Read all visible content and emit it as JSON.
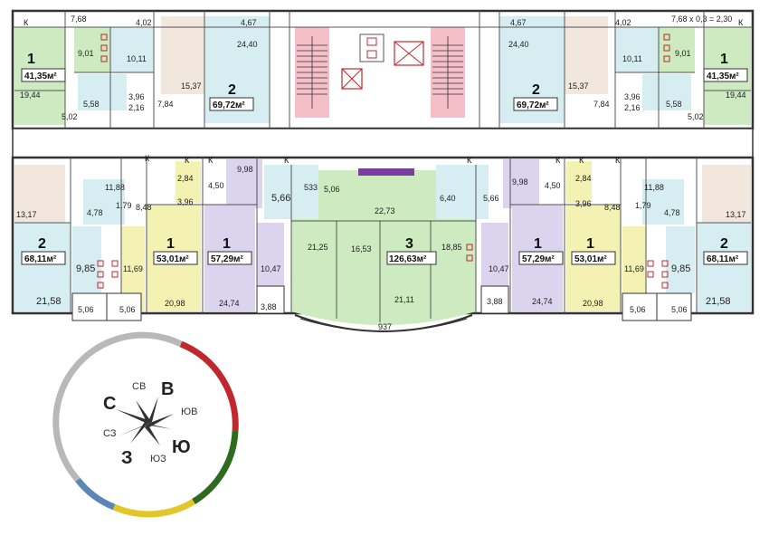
{
  "plan": {
    "note_top_right": "7,68 x 0,3 = 2,30",
    "top_dims": [
      "7,68",
      "4,02",
      "4,67",
      "4,67",
      "4,02"
    ],
    "apartments": [
      {
        "id": "tl1",
        "rooms": "1",
        "area": "41,35м²"
      },
      {
        "id": "tl2",
        "rooms": "2",
        "area": "69,72м²"
      },
      {
        "id": "tr2",
        "rooms": "2",
        "area": "69,72м²"
      },
      {
        "id": "tr1",
        "rooms": "1",
        "area": "41,35м²"
      },
      {
        "id": "bl2",
        "rooms": "2",
        "area": "68,11м²"
      },
      {
        "id": "bl1a",
        "rooms": "1",
        "area": "53,01м²"
      },
      {
        "id": "bl1b",
        "rooms": "1",
        "area": "57,29м²"
      },
      {
        "id": "c3",
        "rooms": "3",
        "area": "126,63м²"
      },
      {
        "id": "br1b",
        "rooms": "1",
        "area": "57,29м²"
      },
      {
        "id": "br1a",
        "rooms": "1",
        "area": "53,01м²"
      },
      {
        "id": "br2",
        "rooms": "2",
        "area": "68,11м²"
      }
    ],
    "room_labels": [
      "9,01",
      "10,11",
      "19,44",
      "5,02",
      "5,58",
      "3,96",
      "2,16",
      "7,84",
      "15,37",
      "24,40",
      "24,40",
      "15,37",
      "10,11",
      "9,01",
      "3,96",
      "2,16",
      "7,84",
      "5,58",
      "5,02",
      "19,44",
      "11,88",
      "13,17",
      "4,78",
      "1,79",
      "8,48",
      "2,84",
      "3,96",
      "4,50",
      "9,98",
      "9,85",
      "21,58",
      "5,06",
      "5,06",
      "11,69",
      "20,98",
      "24,74",
      "10,47",
      "3,88",
      "5,66",
      "533",
      "5,06",
      "22,73",
      "21,25",
      "16,53",
      "18,85",
      "21,11",
      "937",
      "6,40",
      "5,66",
      "9,98",
      "4,50",
      "2,84",
      "3,96",
      "8,48",
      "11,88",
      "1,79",
      "4,78",
      "13,17",
      "10,47",
      "3,88",
      "24,74",
      "20,98",
      "11,69",
      "9,85",
      "21,58",
      "5,06",
      "5,06"
    ],
    "room_marker": "К"
  },
  "compass": {
    "north": "С",
    "east": "В",
    "south": "Ю",
    "west": "З",
    "northeast": "СВ",
    "southeast": "ЮВ",
    "southwest": "ЮЗ",
    "northwest": "СЗ"
  },
  "colors": {
    "green": "#cdeac0",
    "yellow": "#f3f2b3",
    "lavender": "#dcd3ef",
    "cyan": "#d6eef2",
    "pink": "#f4bfc6",
    "beige": "#f1e7dc",
    "red": "#c0282e",
    "dark_green": "#2e6b1f",
    "gold": "#e3c62a",
    "blue": "#5b86b5",
    "grey": "#b8b8b8"
  }
}
